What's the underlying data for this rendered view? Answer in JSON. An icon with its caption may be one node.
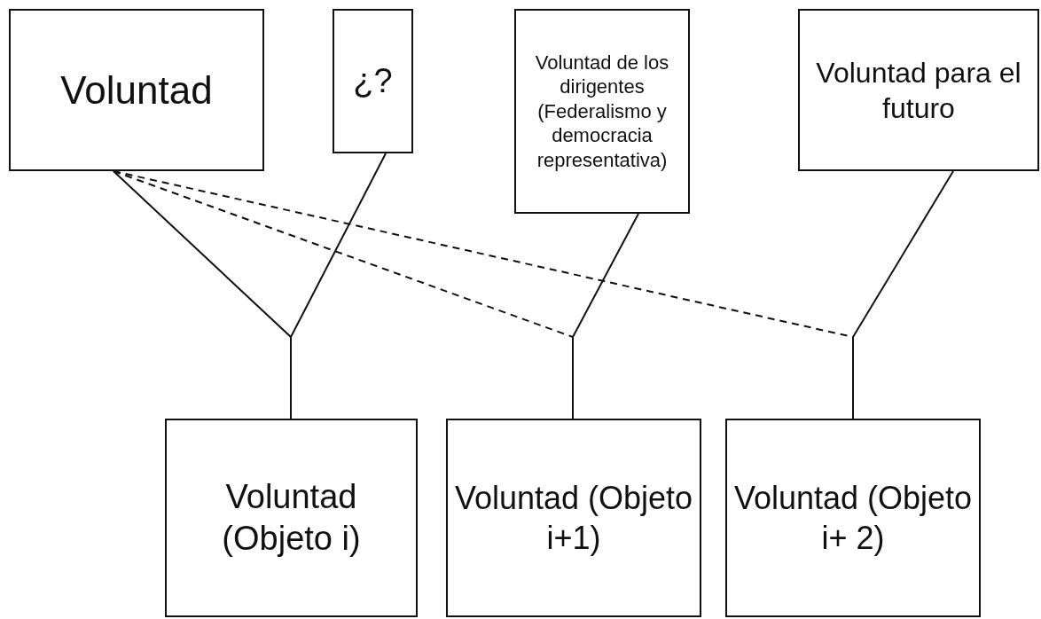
{
  "diagram": {
    "nodes": [
      {
        "text": [
          "Voluntad"
        ]
      },
      {
        "text": [
          "¿?"
        ]
      },
      {
        "text": [
          "Voluntad de los dirigentes (Federalismo y democracia representativa)"
        ]
      },
      {
        "text": [
          "Voluntad para el futuro"
        ]
      },
      {
        "text": [
          "Voluntad (Objeto i)"
        ]
      },
      {
        "text": [
          "Voluntad (Objeto i+1)"
        ]
      },
      {
        "text": [
          "Voluntad (Objeto i+ 2)"
        ]
      }
    ],
    "edges": [
      {
        "from": 0,
        "to": 4,
        "arrow": "none"
      },
      {
        "from": 1,
        "to": 4,
        "arrow": "none"
      },
      {
        "from": 0,
        "to": 5,
        "arrow": "none",
        "style": "dashed"
      },
      {
        "from": 2,
        "to": 5,
        "arrow": "none"
      },
      {
        "from": 0,
        "to": 6,
        "arrow": "none",
        "style": "dashed"
      },
      {
        "from": 3,
        "to": 6,
        "arrow": "none"
      }
    ]
  }
}
